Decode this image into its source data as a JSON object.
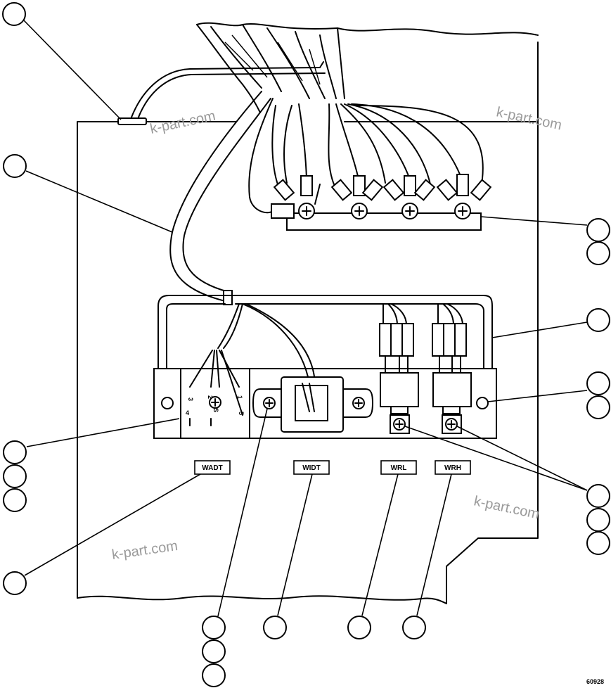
{
  "figure": {
    "figure_code": "60928",
    "watermarks": [
      "k-part.com",
      "k-part.com",
      "k-part.com",
      "k-part.com"
    ]
  },
  "connector_labels": {
    "wadt": "WADT",
    "widt": "WIDT",
    "wrl": "WRL",
    "wrh": "WRH"
  },
  "terminal_marks": {
    "t3": "3",
    "t2": "2",
    "t1": "1",
    "t4": "4",
    "t5": "5",
    "ts": "S"
  }
}
